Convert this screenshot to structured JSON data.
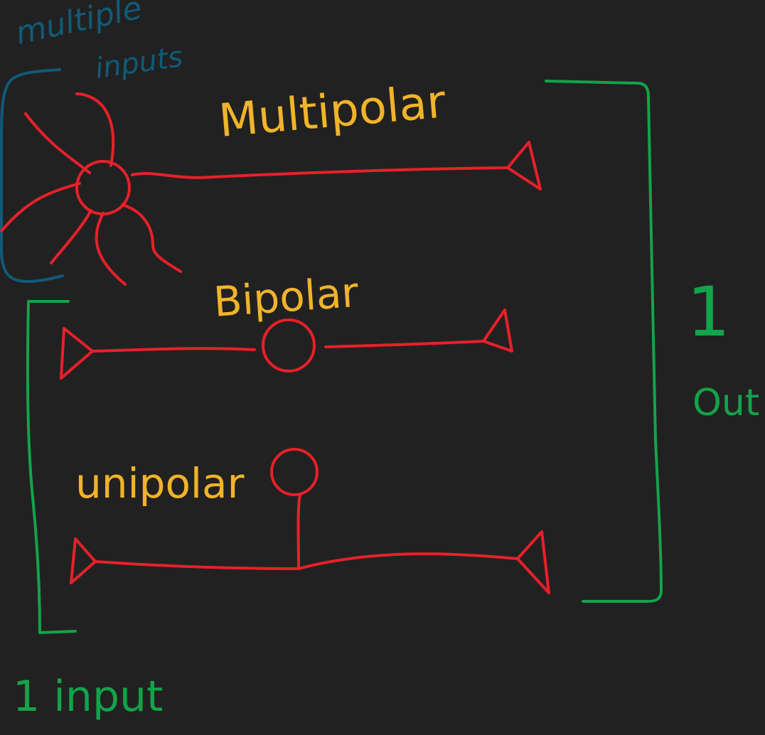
{
  "colors": {
    "background": "#222121",
    "neuron": "#e8202a",
    "label": "#f0b429",
    "bracket_green": "#13a34a",
    "bracket_blue": "#0f5b78"
  },
  "labels": {
    "multiple_inputs_line1": "multiple",
    "multiple_inputs_line2": "inputs",
    "multipolar": "Multipolar",
    "bipolar": "Bipolar",
    "unipolar": "unipolar",
    "one_input": "1 input",
    "one_out_number": "1",
    "one_out_word": "Out"
  }
}
